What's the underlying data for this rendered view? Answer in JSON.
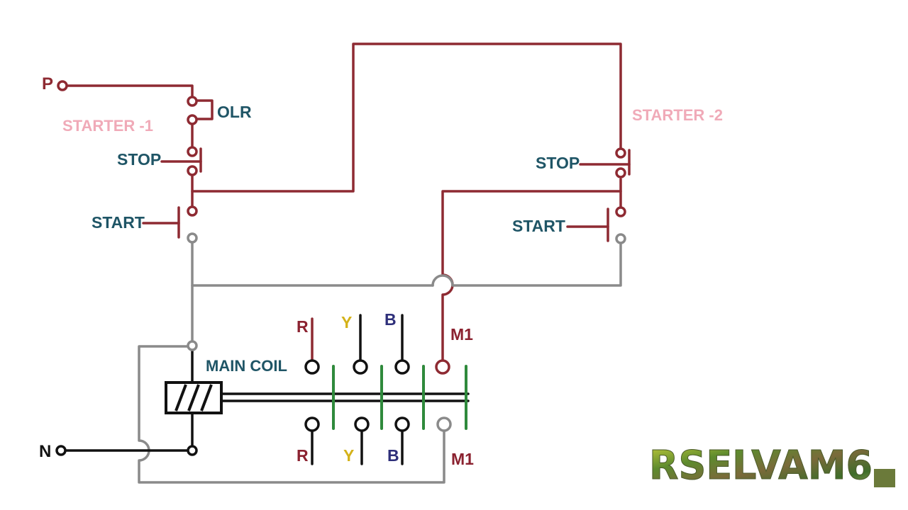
{
  "colors": {
    "red_wire": "#8e2a32",
    "gray_wire": "#8a8a8a",
    "black_wire": "#111111",
    "green_bar": "#2f8a3c",
    "teal_text": "#1f5566",
    "pink_text": "#f0aab8",
    "r_color": "#8b2230",
    "y_color": "#d4b21a",
    "b_color": "#2e2f7a"
  },
  "labels": {
    "p": "P",
    "n": "N",
    "olr": "OLR",
    "starter1": "STARTER -1",
    "starter2": "STARTER -2",
    "stop1": "STOP",
    "start1": "START",
    "stop2": "STOP",
    "start2": "START",
    "main_coil": "MAIN COIL",
    "r_top": "R",
    "y_top": "Y",
    "b_top": "B",
    "m1_top": "M1",
    "r_bottom": "R",
    "y_bottom": "Y",
    "b_bottom": "B",
    "m1_bottom": "M1"
  },
  "watermark": "RSELVAM6",
  "icons": [
    "terminal-circle-icon",
    "push-button-icon",
    "coil-icon",
    "watermark-logo"
  ]
}
